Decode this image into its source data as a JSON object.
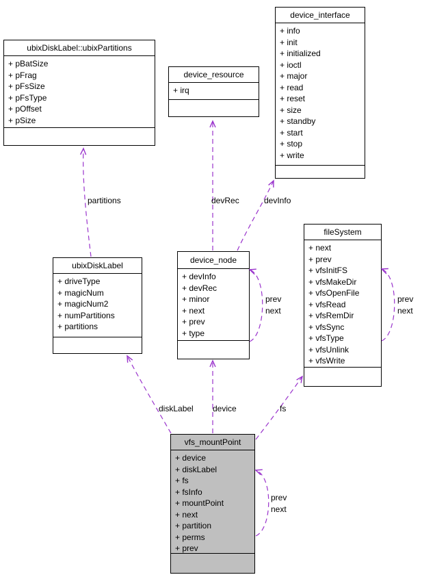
{
  "diagram": {
    "type": "uml-collaboration-diagram",
    "edge_color": "#9932CC",
    "node_border_color": "#000000",
    "node_fill": "#FFFFFF",
    "highlight_fill": "#BFBFBF"
  },
  "classes": {
    "ubixPartitions": {
      "title": "ubixDiskLabel::ubixPartitions",
      "attributes": [
        "+ pBatSize",
        "+ pFrag",
        "+ pFsSize",
        "+ pFsType",
        "+ pOffset",
        "+ pSize"
      ]
    },
    "device_resource": {
      "title": "device_resource",
      "attributes": [
        "+ irq"
      ]
    },
    "device_interface": {
      "title": "device_interface",
      "attributes": [
        "+ info",
        "+ init",
        "+ initialized",
        "+ ioctl",
        "+ major",
        "+ read",
        "+ reset",
        "+ size",
        "+ standby",
        "+ start",
        "+ stop",
        "+ write"
      ]
    },
    "ubixDiskLabel": {
      "title": "ubixDiskLabel",
      "attributes": [
        "+ driveType",
        "+ magicNum",
        "+ magicNum2",
        "+ numPartitions",
        "+ partitions"
      ]
    },
    "device_node": {
      "title": "device_node",
      "attributes": [
        "+ devInfo",
        "+ devRec",
        "+ minor",
        "+ next",
        "+ prev",
        "+ type"
      ]
    },
    "fileSystem": {
      "title": "fileSystem",
      "attributes": [
        "+ next",
        "+ prev",
        "+ vfsInitFS",
        "+ vfsMakeDir",
        "+ vfsOpenFile",
        "+ vfsRead",
        "+ vfsRemDir",
        "+ vfsSync",
        "+ vfsType",
        "+ vfsUnlink",
        "+ vfsWrite"
      ]
    },
    "vfs_mountPoint": {
      "title": "vfs_mountPoint",
      "attributes": [
        "+ device",
        "+ diskLabel",
        "+ fs",
        "+ fsInfo",
        "+ mountPoint",
        "+ next",
        "+ partition",
        "+ perms",
        "+ prev"
      ]
    }
  },
  "edge_labels": {
    "partitions": "partitions",
    "devRec": "devRec",
    "devInfo": "devInfo",
    "diskLabel": "diskLabel",
    "device": "device",
    "fs": "fs",
    "prev": "prev",
    "next": "next"
  }
}
